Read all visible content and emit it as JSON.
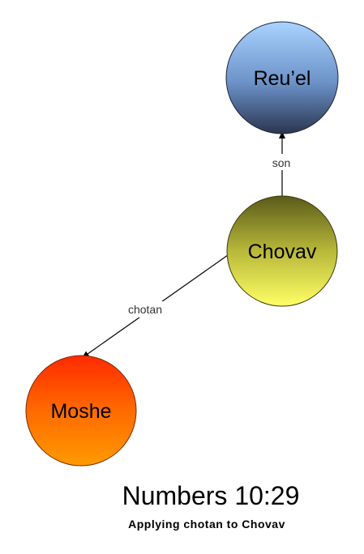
{
  "nodes": {
    "reuel": {
      "label": "Reu’el",
      "color_light": "#a9d3ff",
      "color_dark": "#2a3550"
    },
    "chovav": {
      "label": "Chovav",
      "color_light": "#ffff66",
      "color_dark": "#5a5a1a"
    },
    "moshe": {
      "label": "Moshe",
      "color_light": "#ff8a00",
      "color_dark": "#ff2a00"
    }
  },
  "edges": {
    "son": {
      "label": "son"
    },
    "chotan": {
      "label": "chotan"
    }
  },
  "caption": {
    "title": "Numbers 10:29",
    "subtitle": "Applying chotan to Chovav"
  }
}
